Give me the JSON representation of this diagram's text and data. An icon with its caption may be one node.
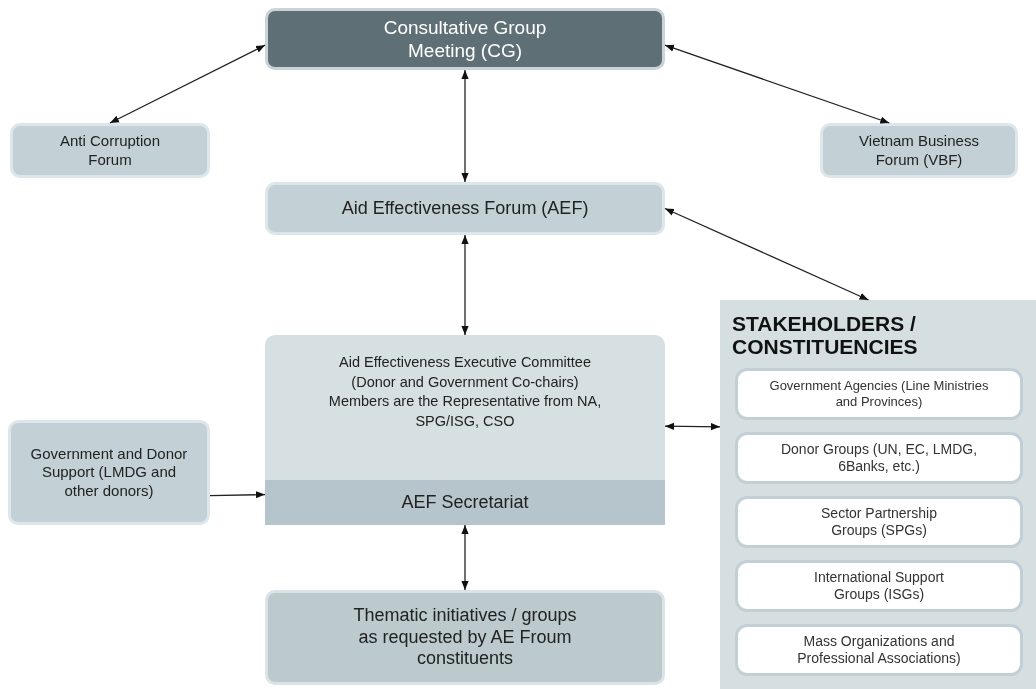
{
  "diagram": {
    "nodes": [
      {
        "text": [
          "Consultative Group Meeting (CG)"
        ]
      },
      {
        "text": [
          "Anti Corruption Forum"
        ]
      },
      {
        "text": [
          "Vietnam Business Forum (VBF)"
        ]
      },
      {
        "text": [
          "Aid Effectiveness Forum (AEF)"
        ]
      },
      {
        "text": [
          "Aid Effectiveness Executive Committee (Donor and Government Co-chairs) Members are the Representative from NA, SPG/ISG, CSO"
        ]
      },
      {
        "text": [
          "AEF Secretariat"
        ],
        "in": 4
      },
      {
        "text": [
          "Government and Donor Support (LMDG and other donors)"
        ]
      },
      {
        "text": [
          "Thematic initiatives / groups as requested by AE Froum constituents"
        ]
      },
      {
        "text": [
          "STAKEHOLDERS / CONSTITUENCIES"
        ]
      },
      {
        "text": [
          "Government Agencies (Line Ministries and Provinces)"
        ],
        "in": 8
      },
      {
        "text": [
          "Donor Groups (UN, EC, LMDG, 6Banks, etc.)"
        ],
        "in": 8
      },
      {
        "text": [
          "Sector Partnership Groups (SPGs)"
        ],
        "in": 8
      },
      {
        "text": [
          "International Support Groups (ISGs)"
        ],
        "in": 8
      },
      {
        "text": [
          "Mass Organizations and Professional Associations)"
        ],
        "in": 8
      }
    ],
    "edges": [
      {
        "from": 0,
        "to": 1,
        "arrow": "both"
      },
      {
        "from": 0,
        "to": 2,
        "arrow": "both"
      },
      {
        "from": 0,
        "to": 3,
        "arrow": "both"
      },
      {
        "from": 3,
        "to": 8,
        "arrow": "both"
      },
      {
        "from": 3,
        "to": 4,
        "arrow": "both"
      },
      {
        "from": 4,
        "to": 8,
        "arrow": "both"
      },
      {
        "from": 6,
        "to": 4,
        "arrow": "to"
      },
      {
        "from": 5,
        "to": 7,
        "arrow": "both"
      }
    ]
  }
}
